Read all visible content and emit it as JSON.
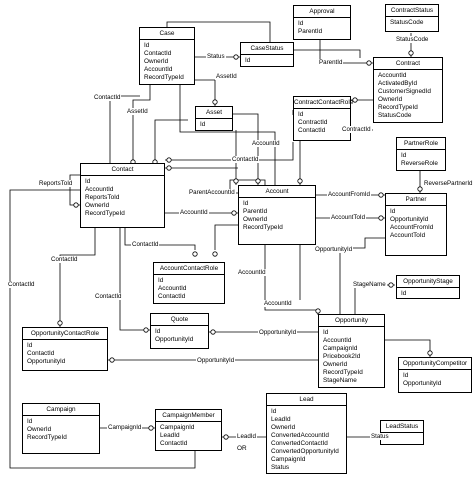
{
  "entities": [
    {
      "id": "Approval",
      "title": "Approval",
      "fields": [
        "Id",
        "ParentId"
      ]
    },
    {
      "id": "ContractStatus",
      "title": "ContractStatus",
      "fields": [
        "StatusCode"
      ]
    },
    {
      "id": "Case",
      "title": "Case",
      "fields": [
        "Id",
        "ContactId",
        "OwnerId",
        "AccountId",
        "RecordTypeId"
      ]
    },
    {
      "id": "CaseStatus",
      "title": "CaseStatus",
      "fields": [
        "Id"
      ]
    },
    {
      "id": "Contract",
      "title": "Contract",
      "fields": [
        "AccountId",
        "ActivatedById",
        "CustomerSignedId",
        "OwnerId",
        "RecordTypeId",
        "StatusCode"
      ]
    },
    {
      "id": "Asset",
      "title": "Asset",
      "fields": [
        "Id"
      ]
    },
    {
      "id": "ContractContactRole",
      "title": "ContractContactRole",
      "fields": [
        "Id",
        "ContractId",
        "ContactId"
      ]
    },
    {
      "id": "PartnerRole",
      "title": "PartnerRole",
      "fields": [
        "Id",
        "ReverseRole"
      ]
    },
    {
      "id": "Contact",
      "title": "Contact",
      "fields": [
        "Id",
        "AccountId",
        "ReportsToId",
        "OwnerId",
        "RecordTypeId"
      ]
    },
    {
      "id": "Account",
      "title": "Account",
      "fields": [
        "Id",
        "ParentId",
        "OwnerId",
        "RecordTypeId"
      ]
    },
    {
      "id": "Partner",
      "title": "Partner",
      "fields": [
        "Id",
        "OpportunityId",
        "AccountFromId",
        "AccountToId"
      ]
    },
    {
      "id": "AccountContactRole",
      "title": "AccountContactRole",
      "fields": [
        "Id",
        "AccountId",
        "ContactId"
      ]
    },
    {
      "id": "OpportunityStage",
      "title": "OpportunityStage",
      "fields": [
        "Id"
      ]
    },
    {
      "id": "Quote",
      "title": "Quote",
      "fields": [
        "Id",
        "OpportunityId"
      ]
    },
    {
      "id": "OpportunityContactRole",
      "title": "OpportunityContactRole",
      "fields": [
        "Id",
        "ContactId",
        "OpportunityId"
      ]
    },
    {
      "id": "Opportunity",
      "title": "Opportunity",
      "fields": [
        "Id",
        "AccountId",
        "CampaignId",
        "Pricebook2Id",
        "OwnerId",
        "RecordTypeId",
        "StageName"
      ]
    },
    {
      "id": "OpportunityCompetitor",
      "title": "OpportunityCompetitor",
      "fields": [
        "Id",
        "OpportunityId"
      ]
    },
    {
      "id": "Campaign",
      "title": "Campaign",
      "fields": [
        "Id",
        "OwnerId",
        "RecordTypeId"
      ]
    },
    {
      "id": "CampaignMember",
      "title": "CampaignMember",
      "fields": [
        "CampaignId",
        "LeadId",
        "ContactId"
      ]
    },
    {
      "id": "Lead",
      "title": "Lead",
      "fields": [
        "Id",
        "LeadId",
        "OwnerId",
        "ConvertedAccountId",
        "ConvertedContactId",
        "ConvertedOpportunityId",
        "CampaignId",
        "Status"
      ]
    },
    {
      "id": "LeadStatus",
      "title": "LeadStatus",
      "fields": [
        "Id"
      ]
    }
  ],
  "relationship_labels": [
    {
      "id": "status",
      "text": "Status"
    },
    {
      "id": "statuscode",
      "text": "StatusCode"
    },
    {
      "id": "parentid",
      "text": "ParentId"
    },
    {
      "id": "assetid",
      "text": "AssetId"
    },
    {
      "id": "contactid1",
      "text": "ContactId"
    },
    {
      "id": "assetid2",
      "text": "AssetId"
    },
    {
      "id": "accountid1",
      "text": "AccountId"
    },
    {
      "id": "contractid",
      "text": "ContractId"
    },
    {
      "id": "contactid2",
      "text": "ContactId"
    },
    {
      "id": "reportstoid",
      "text": "ReportsToId"
    },
    {
      "id": "parentaccountid",
      "text": "ParentAccountId"
    },
    {
      "id": "reversepartnerid",
      "text": "ReversePartnerId"
    },
    {
      "id": "accountfromid",
      "text": "AccountFromId"
    },
    {
      "id": "accountid2",
      "text": "AccountId"
    },
    {
      "id": "accounttoid",
      "text": "AccountToId"
    },
    {
      "id": "opportunityid1",
      "text": "OpportunityId"
    },
    {
      "id": "contactid3",
      "text": "ContactId"
    },
    {
      "id": "contactid4",
      "text": "ContactId"
    },
    {
      "id": "accountid3",
      "text": "AccountId"
    },
    {
      "id": "stagename",
      "text": "StageName"
    },
    {
      "id": "contactid5",
      "text": "ContactId"
    },
    {
      "id": "contactid6",
      "text": "ContactId"
    },
    {
      "id": "accountid4",
      "text": "AccountId"
    },
    {
      "id": "opportunityid2",
      "text": "OpportunityId"
    },
    {
      "id": "opportunityid3",
      "text": "OpportunityId"
    },
    {
      "id": "campaignid",
      "text": "CampaignId"
    },
    {
      "id": "leadid",
      "text": "LeadId"
    },
    {
      "id": "status2",
      "text": "Status"
    }
  ],
  "or_label": "OR"
}
